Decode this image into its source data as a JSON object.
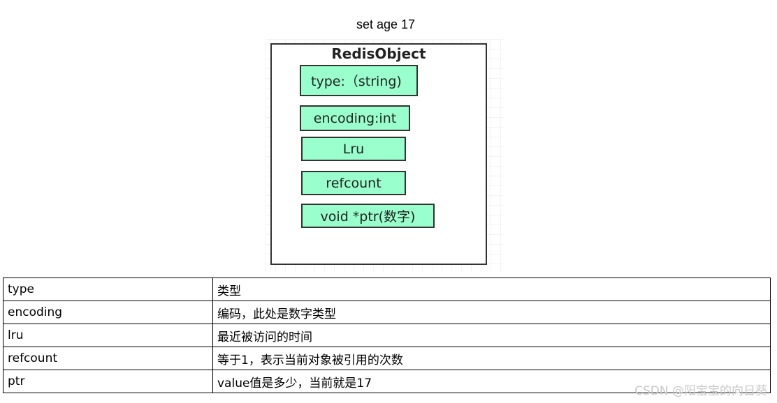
{
  "caption": "set age 17",
  "object": {
    "title": "RedisObject",
    "fields": [
      {
        "label": "type:（string)"
      },
      {
        "label": "encoding:int"
      },
      {
        "label": "Lru"
      },
      {
        "label": "refcount"
      },
      {
        "label": "void *ptr(数字)"
      }
    ]
  },
  "table": {
    "rows": [
      {
        "key": "type",
        "desc": "类型"
      },
      {
        "key": "encoding",
        "desc": "编码，此处是数字类型"
      },
      {
        "key": "lru",
        "desc": "最近被访问的时间"
      },
      {
        "key": "refcount",
        "desc": "等于1，表示当前对象被引用的次数"
      },
      {
        "key": "ptr",
        "desc": "value值是多少，当前就是17"
      }
    ]
  },
  "watermark": "CSDN @阳宝宝的向日葵",
  "colors": {
    "field_fill": "#99ffcc",
    "border": "#333333"
  }
}
